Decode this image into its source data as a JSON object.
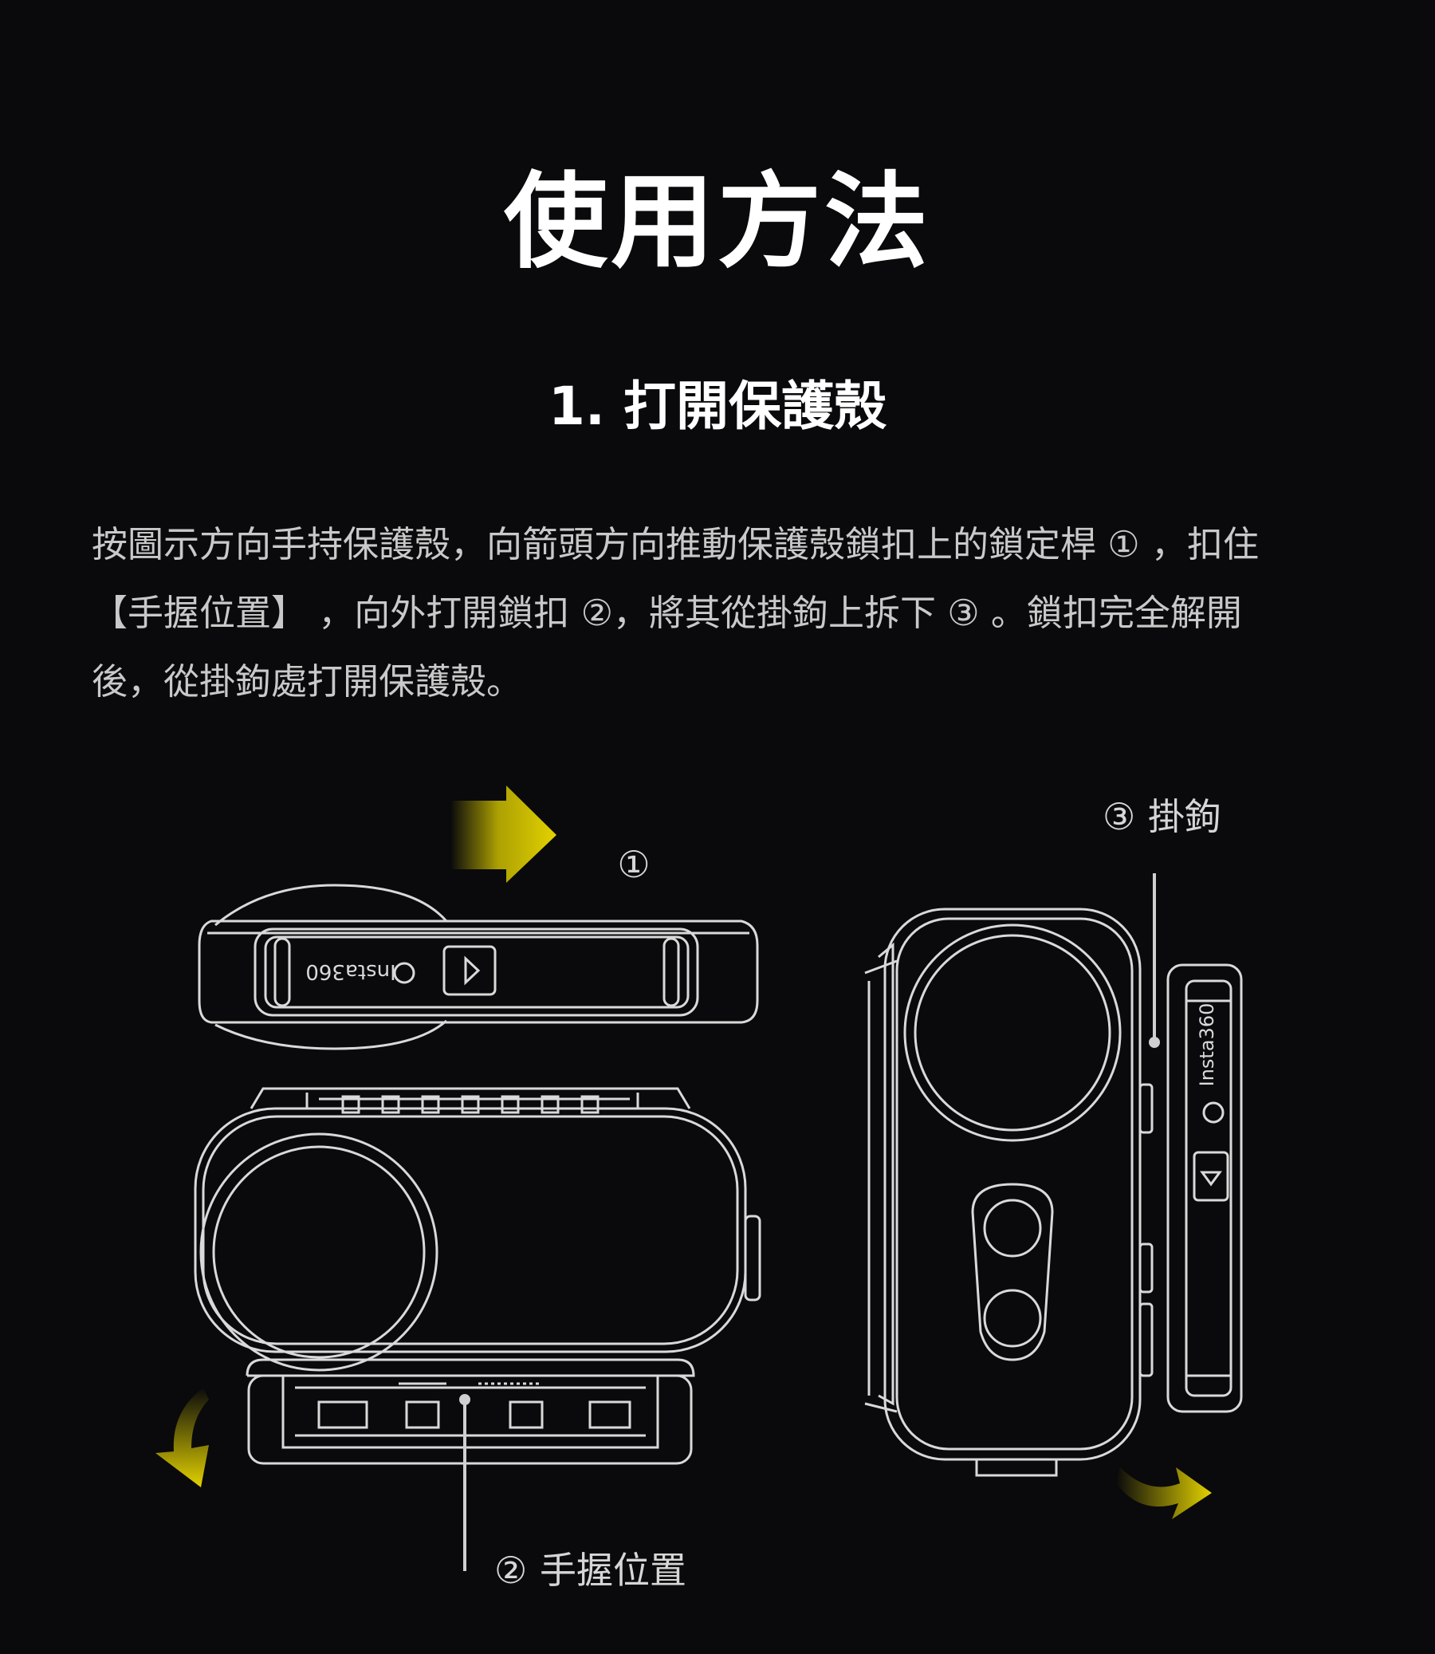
{
  "page": {
    "title": "使用方法"
  },
  "section": {
    "title": "1.  打開保護殼"
  },
  "instructions": {
    "lines": [
      "按圖示方向手持保護殼，向箭頭方向推動保護殼鎖扣上的鎖定桿 ① ，扣住",
      "【手握位置】 ，向外打開鎖扣 ②，將其從掛鉤上拆下 ③ 。鎖扣完全解開",
      "後，從掛鉤處打開保護殼。"
    ]
  },
  "illustration": {
    "callouts": {
      "lock_lever": "①",
      "hook_number": "③",
      "hook_text": "掛鉤",
      "grip_number": "②",
      "grip_text": "手握位置"
    },
    "brand_text": "Insta360",
    "colors": {
      "arrow": "#e3d200",
      "line_art": "#d9d9d9",
      "background": "#0a0a0c"
    },
    "icons": [
      "push-arrow-icon",
      "rotate-down-arrow-icon",
      "rotate-right-arrow-icon"
    ]
  }
}
